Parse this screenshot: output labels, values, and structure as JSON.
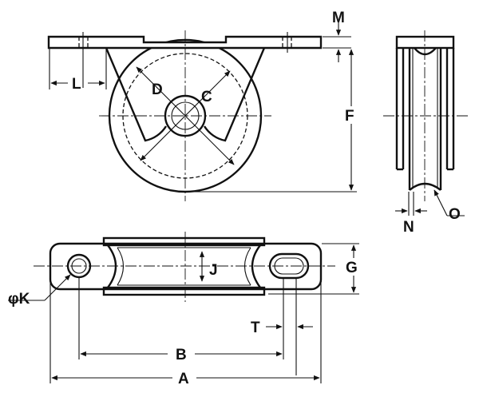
{
  "labels": {
    "M": "M",
    "L": "L",
    "D": "D",
    "C": "C",
    "F": "F",
    "O": "O",
    "N": "N",
    "J": "J",
    "G": "G",
    "K": "φK",
    "T": "T",
    "B": "B",
    "A": "A"
  },
  "colors": {
    "line": "#111111",
    "background": "#ffffff"
  }
}
